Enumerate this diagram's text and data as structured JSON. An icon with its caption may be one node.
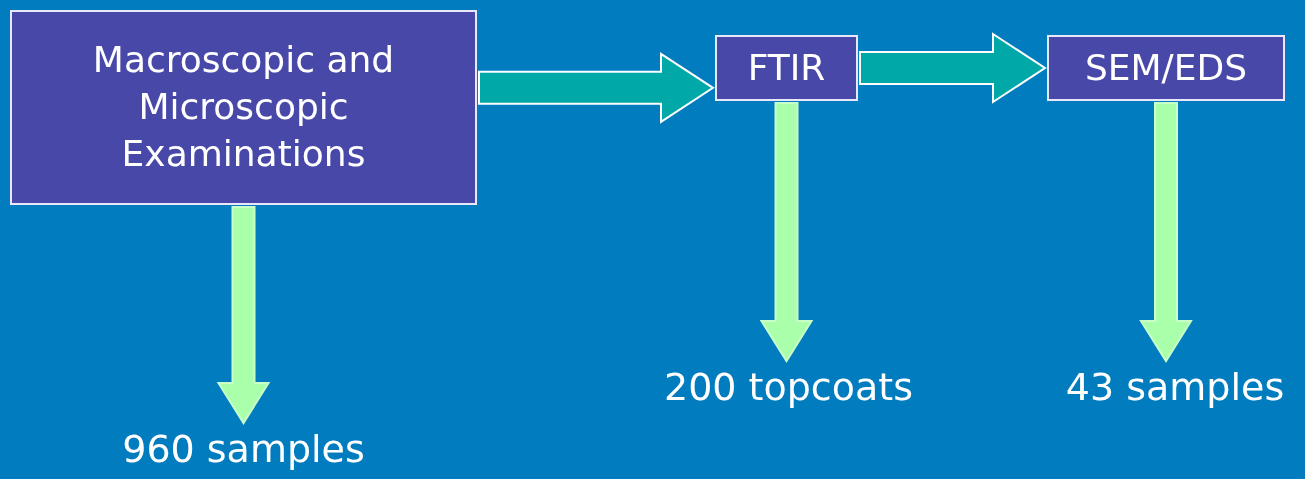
{
  "diagram": {
    "nodes": [
      {
        "text": [
          "Macroscopic and Microscopic Examinations"
        ]
      },
      {
        "text": [
          "FTIR"
        ]
      },
      {
        "text": [
          "SEM/EDS"
        ]
      },
      {
        "text": [
          "960 samples"
        ]
      },
      {
        "text": [
          "200 topcoats"
        ]
      },
      {
        "text": [
          "43 samples"
        ]
      }
    ],
    "edges": [
      {
        "from": 0,
        "to": 1,
        "arrow": "to",
        "color": "#00a8a8"
      },
      {
        "from": 1,
        "to": 2,
        "arrow": "to",
        "color": "#00a8a8"
      },
      {
        "from": 0,
        "to": 3,
        "arrow": "to"
      },
      {
        "from": 1,
        "to": 4,
        "arrow": "to"
      },
      {
        "from": 2,
        "to": 5,
        "arrow": "to"
      }
    ]
  }
}
